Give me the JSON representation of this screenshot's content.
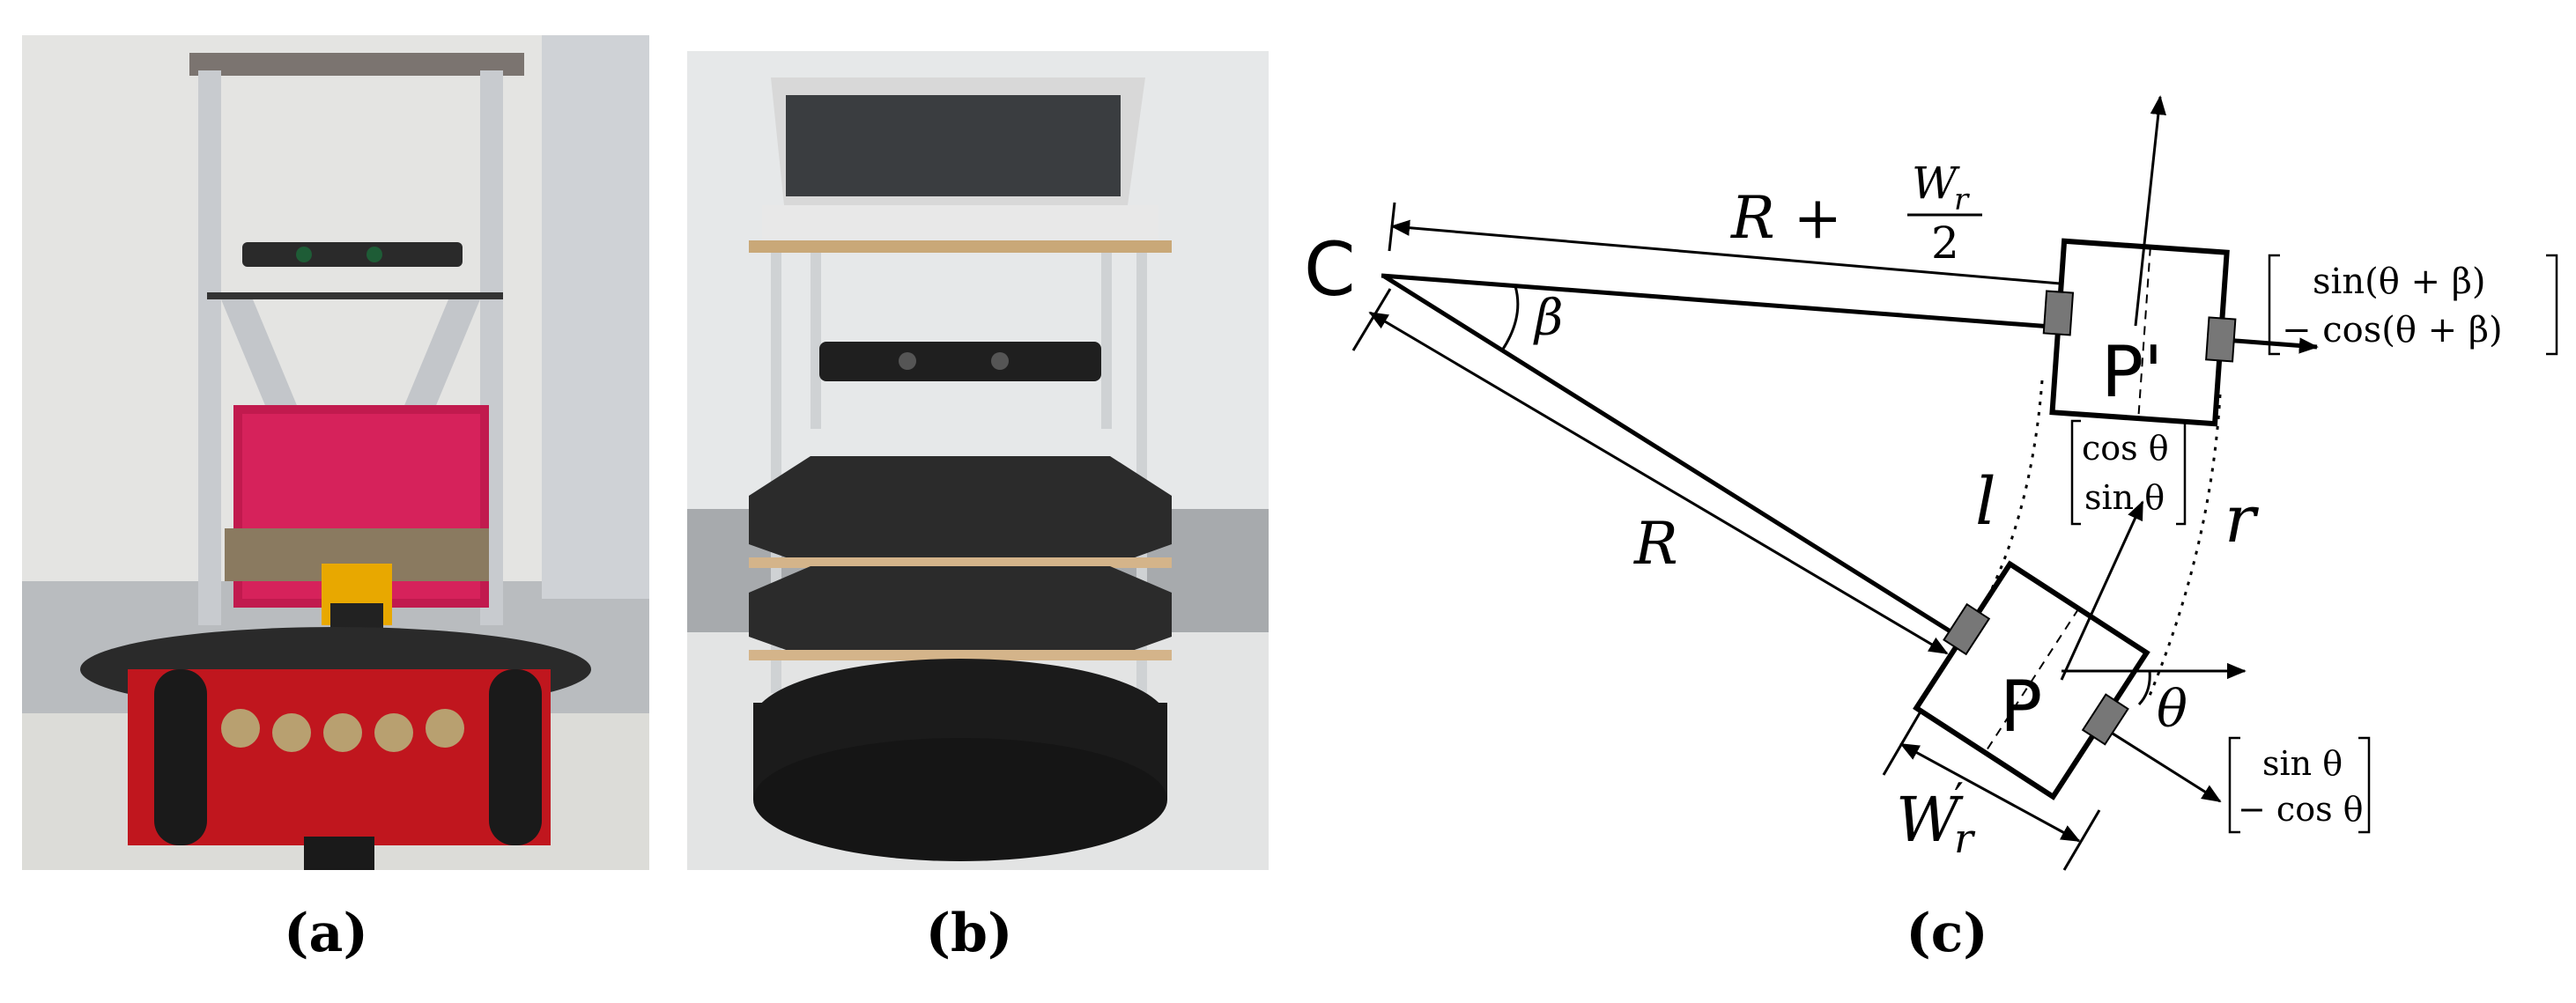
{
  "panels": {
    "a": {
      "label": "(a)"
    },
    "b": {
      "label": "(b)"
    },
    "c": {
      "label": "(c)"
    }
  },
  "diagram": {
    "center": "C",
    "radius": "R",
    "radius_plus_half": "R +",
    "frac_num": "W",
    "frac_num_sub": "r",
    "frac_den": "2",
    "angle_beta": "β",
    "angle_theta": "θ",
    "robot_p": "P",
    "robot_p_prime": "P'",
    "track_left": "l",
    "track_right": "r",
    "width_label": "W",
    "width_sub": "r",
    "width_prime": "′",
    "vec_heading_top": "cos θ",
    "vec_heading_bottom": "sin θ",
    "vec_normal_top": "sin θ",
    "vec_normal_bottom": "− cos θ",
    "vec_normal2_top": "sin(θ + β)",
    "vec_normal2_bottom": "− cos(θ + β)"
  }
}
